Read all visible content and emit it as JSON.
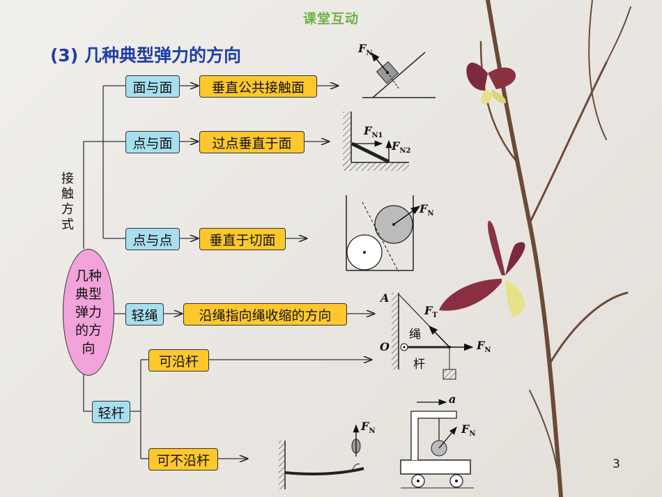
{
  "header": "课堂互动",
  "title": "(3) 几种典型弹力的方向",
  "center": "几种典型弹力的方向",
  "contact_label": "接触方式",
  "rows": {
    "face_face": {
      "label": "面与面",
      "result": "垂直公共接触面"
    },
    "point_face": {
      "label": "点与面",
      "result": "过点垂直于面"
    },
    "point_point": {
      "label": "点与点",
      "result": "垂直于切面"
    },
    "rope": {
      "label": "轻绳",
      "result": "沿绳指向绳收缩的方向"
    },
    "rod": {
      "label": "轻杆",
      "along": "可沿杆",
      "not_along": "可不沿杆"
    }
  },
  "diagram_labels": {
    "fn": "F",
    "n": "N",
    "n1": "N1",
    "n2": "N2",
    "ft_t": "T",
    "point_a": "A",
    "point_o": "O",
    "rope_word": "绳",
    "rod_word": "杆",
    "accel": "a"
  },
  "page_number": "3",
  "colors": {
    "blue_box": "#a8dff0",
    "yellow_box": "#fec82c",
    "ellipse": "#f2a3d9",
    "title": "#1f3fa8",
    "header": "#6fb146"
  }
}
